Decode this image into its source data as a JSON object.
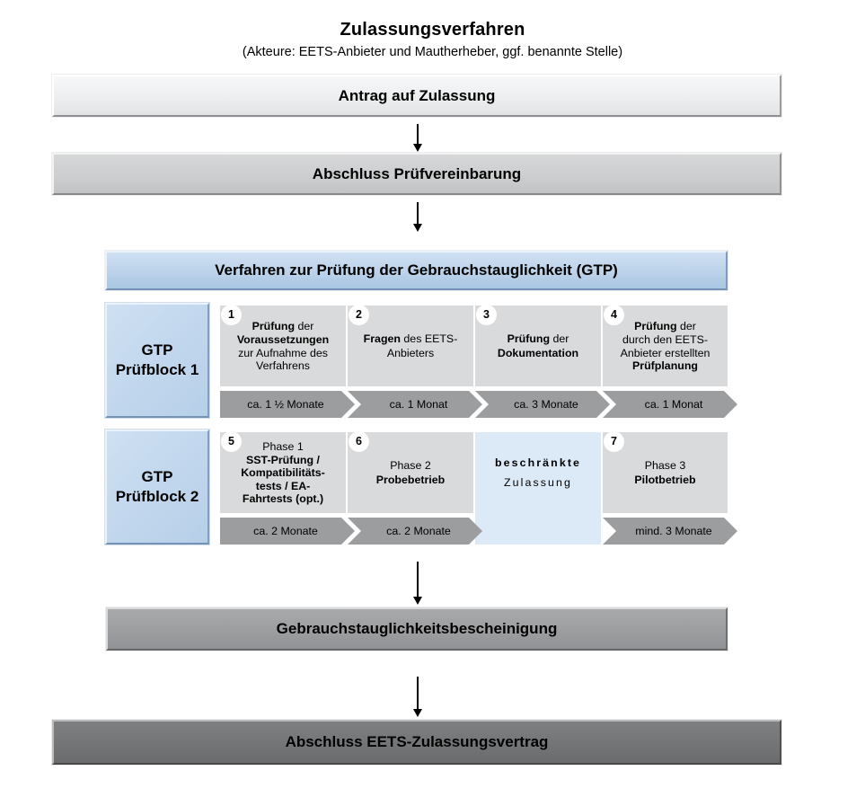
{
  "title": "Zulassungsverfahren",
  "subtitle": "(Akteure: EETS-Anbieter und Mautherheber, ggf. benannte Stelle)",
  "flow": {
    "step_application": "Antrag auf Zulassung",
    "step_agreement": "Abschluss Prüfvereinbarung",
    "gtp_header": "Verfahren zur Prüfung der Gebrauchstauglichkeit (GTP)",
    "step_certificate": "Gebrauchstauglichkeitsbescheinigung",
    "step_contract": "Abschluss EETS-Zulassungsvertrag"
  },
  "blocks": [
    {
      "tile_line1": "GTP",
      "tile_line2": "Prüfblock 1",
      "steps": [
        {
          "number": "1",
          "lines": [
            {
              "parts": [
                {
                  "t": "Prüfung",
                  "b": true
                },
                {
                  "t": " der",
                  "b": false
                }
              ]
            },
            {
              "parts": [
                {
                  "t": "Voraussetzungen",
                  "b": true
                }
              ]
            },
            {
              "parts": [
                {
                  "t": "zur Aufnahme des",
                  "b": false
                }
              ]
            },
            {
              "parts": [
                {
                  "t": "Verfahrens",
                  "b": false
                }
              ]
            }
          ],
          "duration": "ca. 1 ½ Monate"
        },
        {
          "number": "2",
          "lines": [
            {
              "parts": [
                {
                  "t": "Fragen",
                  "b": true
                },
                {
                  "t": " des EETS-",
                  "b": false
                }
              ]
            },
            {
              "parts": [
                {
                  "t": "Anbieters",
                  "b": false
                }
              ]
            }
          ],
          "duration": "ca. 1 Monat"
        },
        {
          "number": "3",
          "lines": [
            {
              "parts": [
                {
                  "t": "Prüfung",
                  "b": true
                },
                {
                  "t": " der",
                  "b": false
                }
              ]
            },
            {
              "parts": [
                {
                  "t": "Dokumentation",
                  "b": true
                }
              ]
            }
          ],
          "duration": "ca. 3 Monate"
        },
        {
          "number": "4",
          "lines": [
            {
              "parts": [
                {
                  "t": "Prüfung",
                  "b": true
                },
                {
                  "t": " der",
                  "b": false
                }
              ]
            },
            {
              "parts": [
                {
                  "t": "durch den EETS-",
                  "b": false
                }
              ]
            },
            {
              "parts": [
                {
                  "t": "Anbieter erstellten",
                  "b": false
                }
              ]
            },
            {
              "parts": [
                {
                  "t": "Prüfplanung",
                  "b": true
                }
              ]
            }
          ],
          "duration": "ca. 1 Monat"
        }
      ]
    },
    {
      "tile_line1": "GTP",
      "tile_line2": "Prüfblock 2",
      "steps": [
        {
          "number": "5",
          "lines": [
            {
              "parts": [
                {
                  "t": "Phase 1",
                  "b": false
                }
              ]
            },
            {
              "parts": [
                {
                  "t": "SST-Prüfung /",
                  "b": true
                }
              ]
            },
            {
              "parts": [
                {
                  "t": "Kompatibilitäts-",
                  "b": true
                }
              ]
            },
            {
              "parts": [
                {
                  "t": "tests / EA-",
                  "b": true
                }
              ]
            },
            {
              "parts": [
                {
                  "t": "Fahrtests (opt.)",
                  "b": true
                }
              ]
            }
          ],
          "duration": "ca. 2 Monate"
        },
        {
          "number": "6",
          "lines": [
            {
              "parts": [
                {
                  "t": "Phase 2",
                  "b": false
                }
              ]
            },
            {
              "parts": [
                {
                  "t": "Probebetrieb",
                  "b": true
                }
              ]
            }
          ],
          "duration": "ca. 2 Monate"
        },
        {
          "number": "",
          "highlight": true,
          "lines": [
            {
              "parts": [
                {
                  "t": "beschränkte",
                  "b": true,
                  "spaced": true
                }
              ]
            },
            {
              "parts": [
                {
                  "t": "Zulassung",
                  "b": false,
                  "spaced": true
                }
              ]
            }
          ],
          "duration": ""
        },
        {
          "number": "7",
          "lines": [
            {
              "parts": [
                {
                  "t": "Phase 3",
                  "b": false
                }
              ]
            },
            {
              "parts": [
                {
                  "t": "Pilotbetrieb",
                  "b": true
                }
              ]
            }
          ],
          "duration": "mind. 3 Monate"
        }
      ]
    }
  ],
  "colors": {
    "blue_light": "#dce9f6",
    "blue_tile": "#c3d8ee",
    "grey_step": "#d9dadb",
    "grey_chevron": "#9c9d9f",
    "bar_dark": "#9d9ea0",
    "bar_darkest": "#747577"
  }
}
